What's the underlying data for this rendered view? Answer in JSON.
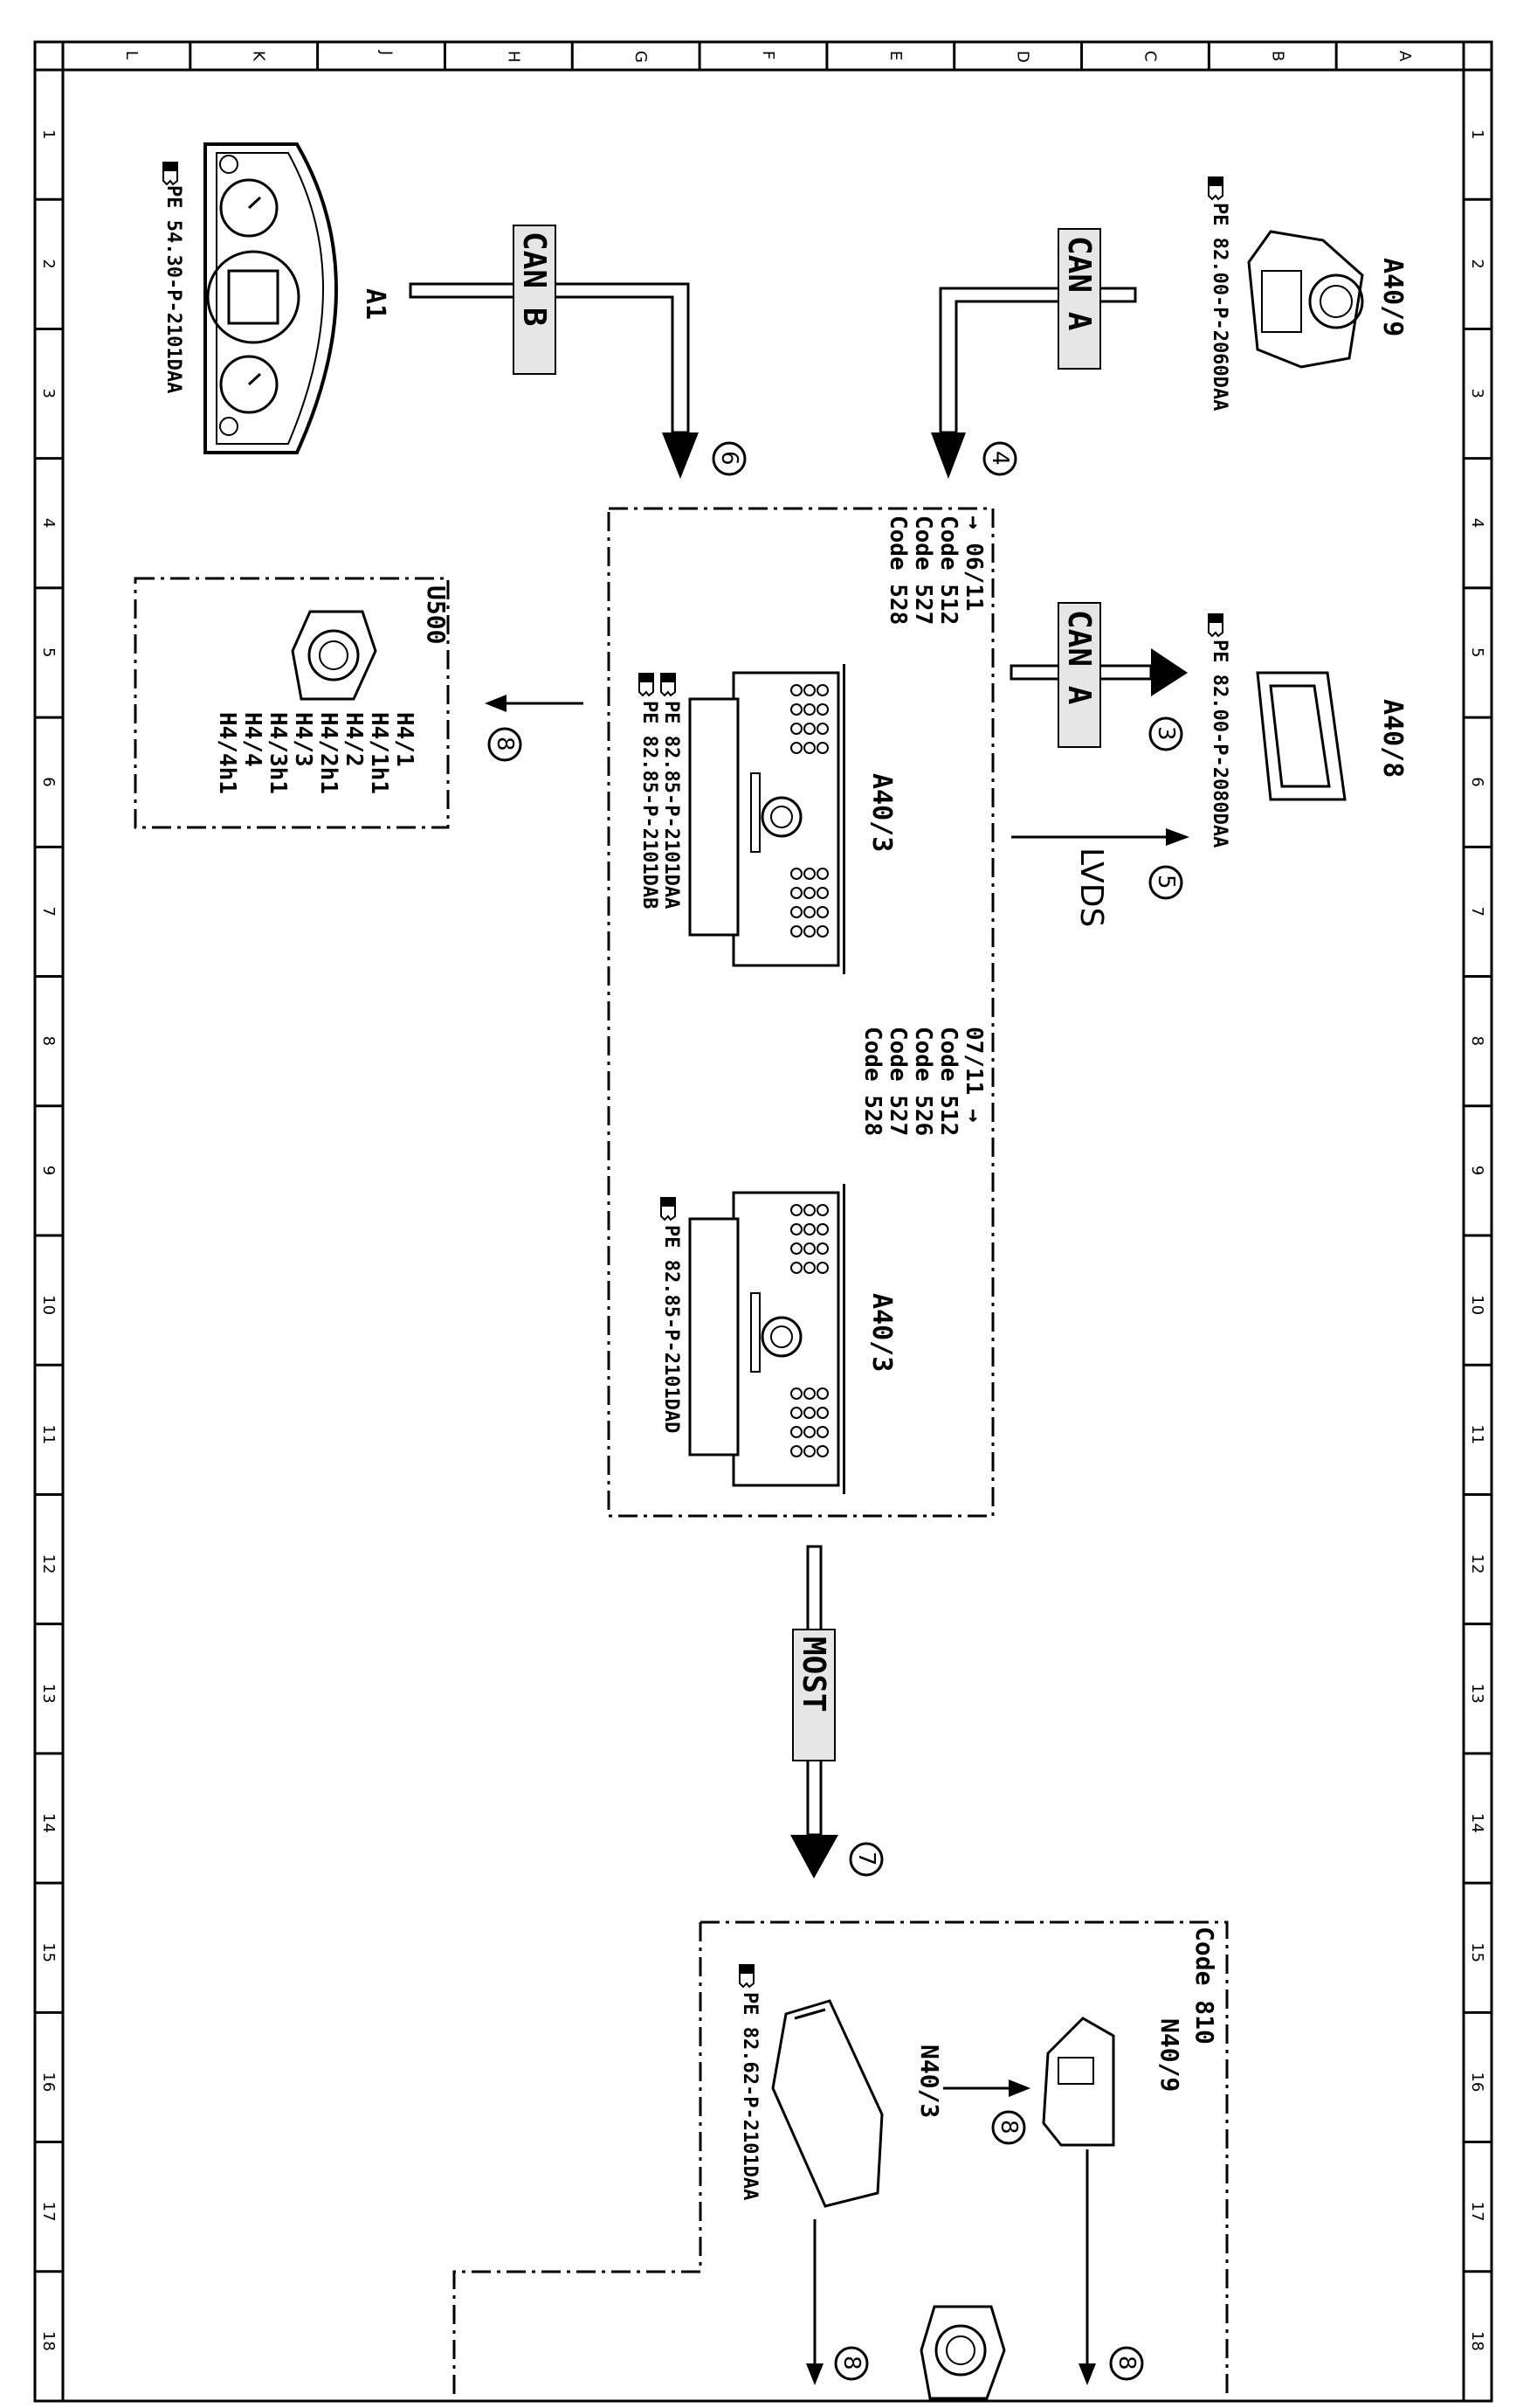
{
  "columns": [
    "L",
    "K",
    "J",
    "H",
    "G",
    "F",
    "E",
    "D",
    "C",
    "B",
    "A"
  ],
  "rows": [
    "1",
    "2",
    "3",
    "4",
    "5",
    "6",
    "7",
    "8",
    "9",
    "10",
    "11",
    "12",
    "13",
    "14",
    "15",
    "16",
    "17",
    "18"
  ],
  "components": {
    "a1": {
      "id": "A1",
      "ref": "PE 54.30-P-2101DAA"
    },
    "a40_9": {
      "id": "A40/9",
      "ref": "PE 82.00-P-2060DAA"
    },
    "a40_8": {
      "id": "A40/8",
      "ref": "PE 82.00-P-2080DAA"
    },
    "a40_3_top": {
      "id": "A40/3",
      "refs": [
        "PE 82.85-P-2101DAA",
        "PE 82.85-P-2101DAB"
      ],
      "codes": [
        "→ 06/11",
        "Code 512",
        "Code 527",
        "Code 528"
      ]
    },
    "a40_3_bottom": {
      "id": "A40/3",
      "ref": "PE 82.85-P-2101DAD",
      "codes": [
        "07/11 →",
        "Code 512",
        "Code 526",
        "Code 527",
        "Code 528"
      ]
    },
    "u500": {
      "id": "U500",
      "items": [
        "H4/1",
        "H4/1h1",
        "H4/2",
        "H4/2h1",
        "H4/3",
        "H4/3h1",
        "H4/4",
        "H4/4h1"
      ]
    },
    "n40_9": {
      "id": "N40/9"
    },
    "n40_3": {
      "id": "N40/3",
      "ref": "PE 82.62-P-2101DAA"
    },
    "code810": {
      "label": "Code 810"
    }
  },
  "buses": {
    "can_b": "CAN B",
    "can_a_top": "CAN A",
    "can_a_mid": "CAN A",
    "lvds": "LVDS",
    "most": "MOST"
  },
  "callouts": {
    "c3": "3",
    "c4": "4",
    "c5": "5",
    "c6": "6",
    "c7": "7",
    "c8_u500": "8",
    "c8_n40": "8",
    "c8_n40_9_out": "8",
    "c8_n40_3_out": "8"
  }
}
